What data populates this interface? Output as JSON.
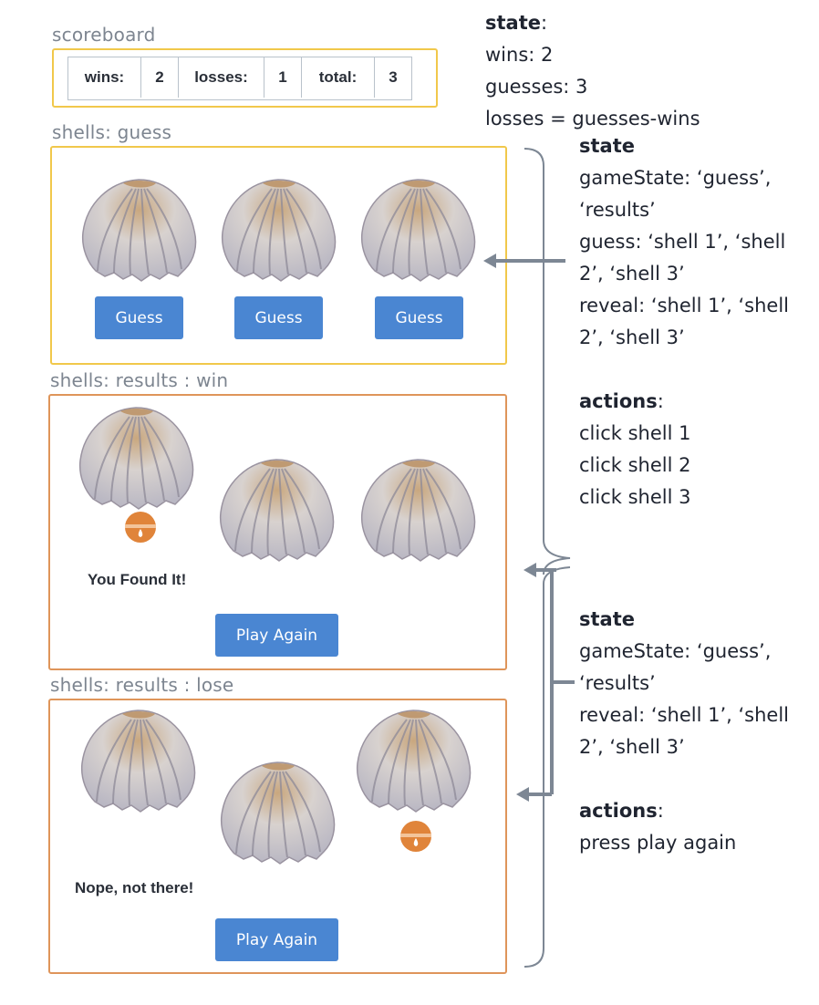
{
  "scoreboard": {
    "caption": "scoreboard",
    "cells": [
      "wins:",
      "2",
      "losses:",
      "1",
      "total:",
      "3"
    ]
  },
  "panel_guess": {
    "caption": "shells: guess",
    "buttons": [
      "Guess",
      "Guess",
      "Guess"
    ]
  },
  "panel_win": {
    "caption": "shells: results : win",
    "message": "You Found It!",
    "button": "Play Again"
  },
  "panel_lose": {
    "caption": "shells: results : lose",
    "message": "Nope, not there!",
    "button": "Play Again"
  },
  "note_top": {
    "heading": "state",
    "lines": [
      "wins: 2",
      "guesses: 3",
      "losses = guesses-wins"
    ]
  },
  "note_shells": {
    "state_heading": "state",
    "state_lines": [
      "gameState: ‘guess’,",
      "‘results’",
      "guess: ‘shell 1’, ‘shell",
      "2’, ‘shell 3’",
      "reveal: ‘shell 1’, ‘shell",
      "2’, ‘shell 3’"
    ],
    "actions_heading": "actions",
    "action_lines": [
      "click shell 1",
      "click shell 2",
      "click shell 3"
    ]
  },
  "note_results": {
    "state_heading": "state",
    "state_lines": [
      "gameState: ‘guess’,",
      "‘results’",
      "reveal: ‘shell 1’, ‘shell",
      "2’, ‘shell 3’"
    ],
    "actions_heading": "actions",
    "action_lines": [
      "press play again"
    ]
  },
  "colors": {
    "yellow_border": "#f1c84b",
    "orange_border": "#df955a",
    "button_blue": "#4a86d2",
    "connector_gray": "#7d8794",
    "ball_orange": "#e0843a"
  },
  "icons": [
    "shell-icon",
    "ball-icon",
    "arrow-left-icon",
    "brace-icon"
  ]
}
